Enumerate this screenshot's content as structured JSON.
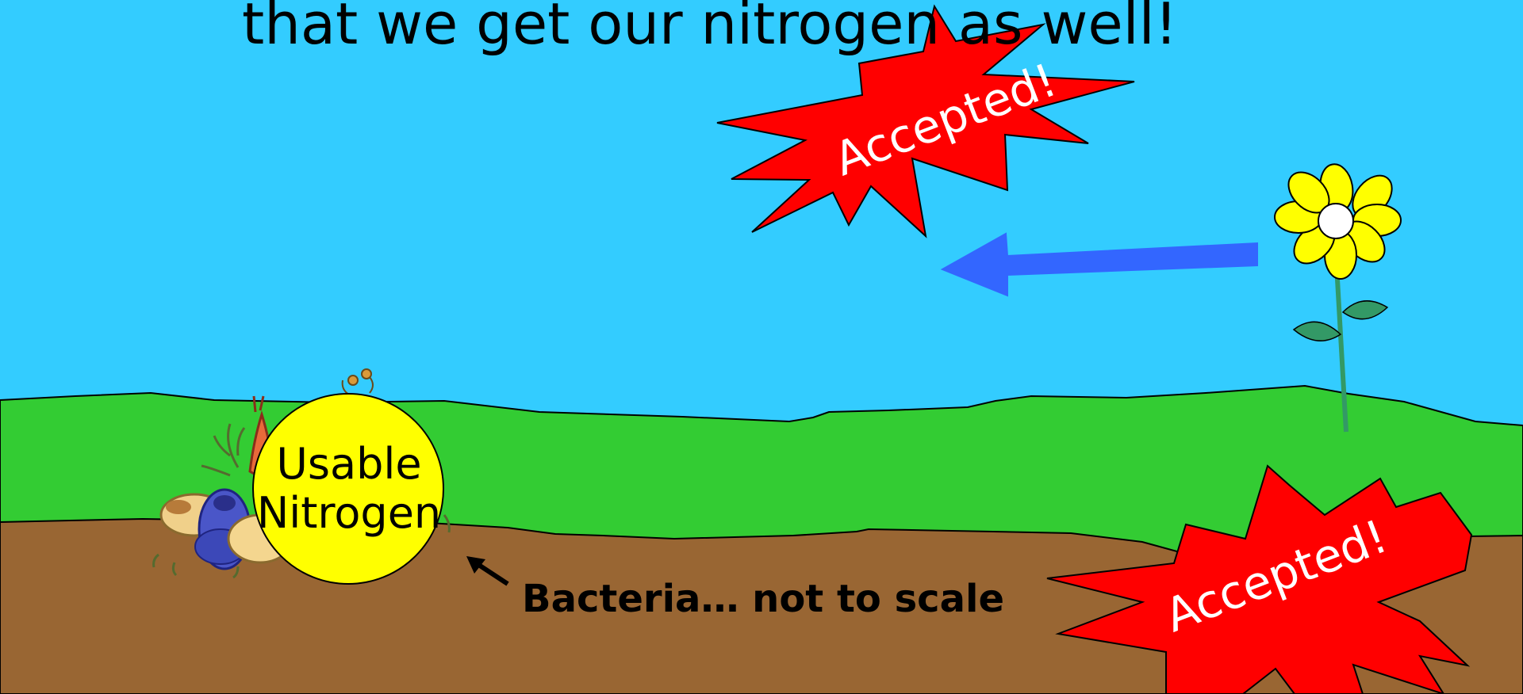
{
  "title": "that we get our nitrogen as well!",
  "nitrogen_label": {
    "line1": "Usable",
    "line2": "Nitrogen"
  },
  "bacteria_caption": "Bacteria… not to scale",
  "stamps": [
    {
      "text": "Accepted!"
    },
    {
      "text": "Accepted!"
    }
  ],
  "colors": {
    "sky": "#33ccff",
    "grass": "#33cc33",
    "soil": "#996633",
    "nitrogen_ball": "#ffff00",
    "burst": "#ff0000",
    "arrow": "#3366ff",
    "petal": "#ffff00",
    "leaf": "#339966"
  },
  "icons": [
    "bacteria-cluster-image",
    "flower-icon",
    "pointer-arrow-icon",
    "left-arrow-icon"
  ]
}
